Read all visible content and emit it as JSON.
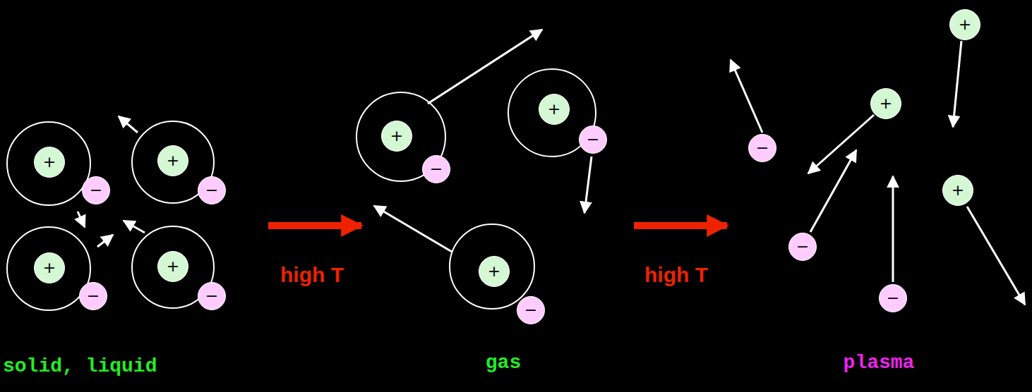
{
  "diagram": {
    "nodes": [
      {
        "text": [
          "+"
        ]
      },
      {
        "text": [
          "−"
        ]
      },
      {
        "text": [
          "+"
        ]
      },
      {
        "text": [
          "−"
        ]
      },
      {
        "text": [
          "+"
        ]
      },
      {
        "text": [
          "−"
        ]
      },
      {
        "text": [
          "+"
        ]
      },
      {
        "text": [
          "−"
        ]
      },
      {
        "text": [
          "+"
        ]
      },
      {
        "text": [
          "−"
        ]
      },
      {
        "text": [
          "+"
        ]
      },
      {
        "text": [
          "−"
        ]
      },
      {
        "text": [
          "+"
        ]
      },
      {
        "text": [
          "−"
        ]
      },
      {
        "text": [
          "+"
        ]
      },
      {
        "text": [
          "−"
        ]
      },
      {
        "text": [
          "+"
        ]
      },
      {
        "text": [
          "−"
        ]
      },
      {
        "text": [
          "+"
        ]
      },
      {
        "text": [
          "−"
        ]
      }
    ],
    "labels": [
      "high T",
      "high T",
      "solid, liquid",
      "gas",
      "plasma"
    ]
  }
}
